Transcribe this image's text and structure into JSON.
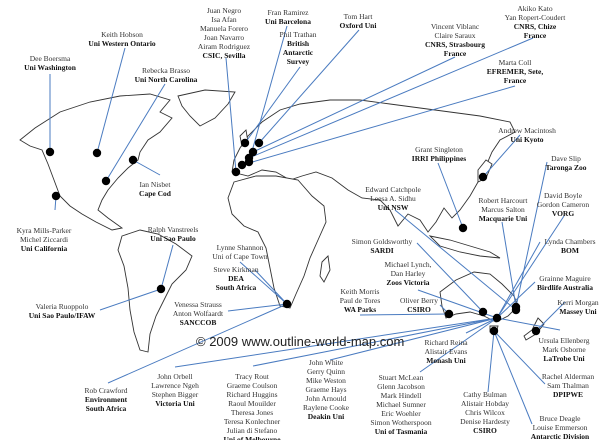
{
  "copyright": "© 2009 www.outline-world-map.com",
  "labels": [
    {
      "people": [
        "Dee Boersma"
      ],
      "org": [
        "Uni Washington"
      ]
    },
    {
      "people": [
        "Keith Hobson"
      ],
      "org": [
        "Uni Western Ontario"
      ]
    },
    {
      "people": [
        "Rebecka Brasso"
      ],
      "org": [
        "Uni North Carolina"
      ]
    },
    {
      "people": [
        "Juan Negro",
        "Isa Afan",
        "Manuela Forero",
        "Joan Navarro",
        "Airam Rodriguez"
      ],
      "org": [
        "CSIC, Sevilla"
      ]
    },
    {
      "people": [
        "Fran Ramirez"
      ],
      "org": [
        "Uni Barcelona"
      ]
    },
    {
      "people": [
        "Phil Trathan"
      ],
      "org": [
        "British",
        "Antarctic",
        "Survey"
      ]
    },
    {
      "people": [
        "Tom Hart"
      ],
      "org": [
        "Oxford Uni"
      ]
    },
    {
      "people": [
        "Vincent Viblanc",
        "Claire Saraux"
      ],
      "org": [
        "CNRS, Strasbourg",
        "France"
      ]
    },
    {
      "people": [
        "Akiko Kato",
        "Yan Ropert-Coudert"
      ],
      "org": [
        "CNRS, Chize",
        "France"
      ]
    },
    {
      "people": [
        "Marta Coll"
      ],
      "org": [
        "EFREMER, Sete,",
        "France"
      ]
    },
    {
      "people": [
        "Andrew Macintosh"
      ],
      "org": [
        "Uni Kyoto"
      ]
    },
    {
      "people": [
        "Grant Singleton"
      ],
      "org": [
        "IRRI Philippines"
      ]
    },
    {
      "people": [
        "Dave Slip"
      ],
      "org": [
        "Taronga Zoo"
      ]
    },
    {
      "people": [
        "Edward Catchpole",
        "Leesa A. Sidhu"
      ],
      "org": [
        "Uni NSW"
      ]
    },
    {
      "people": [
        "Robert Harcourt",
        "Marcus Salton"
      ],
      "org": [
        "Macquarie Uni"
      ]
    },
    {
      "people": [
        "David Boyle",
        "Gordon Cameron"
      ],
      "org": [
        "VORG"
      ]
    },
    {
      "people": [
        "Simon Goldsworthy"
      ],
      "org": [
        "SARDI"
      ]
    },
    {
      "people": [
        "Lynda Chambers"
      ],
      "org": [
        "BOM"
      ]
    },
    {
      "people": [
        "Michael Lynch,",
        "Dan Harley"
      ],
      "org": [
        "Zoos Victoria"
      ]
    },
    {
      "people": [
        "Grainne Maguire"
      ],
      "org": [
        "Birdlife Australia"
      ]
    },
    {
      "people": [
        "Keith Morris",
        "Paul de Tores"
      ],
      "org": [
        "WA Parks"
      ]
    },
    {
      "people": [
        "Oliver Berry"
      ],
      "org": [
        "CSIRO"
      ]
    },
    {
      "people": [
        "Kerri Morgan"
      ],
      "org": [
        "Massey Uni"
      ]
    },
    {
      "people": [
        "Ursula Ellenberg",
        "Mark Osborne"
      ],
      "org": [
        "LaTrobe Uni"
      ]
    },
    {
      "people": [
        "Richard Reina",
        "Alistair Evans"
      ],
      "org": [
        "Monash Uni"
      ]
    },
    {
      "people": [
        "Rachel Alderman",
        "Sam Thalman"
      ],
      "org": [
        "DPIPWE"
      ]
    },
    {
      "people": [
        "Bruce Deagle",
        "Louise Emmerson"
      ],
      "org": [
        "Antarctic Division"
      ]
    },
    {
      "people": [
        "Cathy Bulman",
        "Alistair Hobday",
        "Chris Wilcox",
        "Denise Hardesty"
      ],
      "org": [
        "CSIRO"
      ]
    },
    {
      "people": [
        "Stuart McLean",
        "Glenn Jacobson",
        "Mark Hindell",
        "Michael Sumner",
        "Eric Woehler",
        "Simon Wotherspoon"
      ],
      "org": [
        "Uni of Tasmania"
      ]
    },
    {
      "people": [
        "John White",
        "Gerry Quinn",
        "Mike Weston",
        "Graeme Hays",
        "John Arnould",
        "Raylene Cooke"
      ],
      "org": [
        "Deakin Uni"
      ]
    },
    {
      "people": [
        "Tracy Rout",
        "Graeme Coulson",
        "Richard Huggins",
        "Raoul Mouilder",
        "Theresa Jones",
        "Teresa Konlechner",
        "Julian di Stefano"
      ],
      "org": [
        "Uni of Melbourne"
      ]
    },
    {
      "people": [
        "John Orbell",
        "Lawrence Ngeh",
        "Stephen Bigger"
      ],
      "org": [
        "Victoria Uni"
      ]
    },
    {
      "people": [
        "Rob Crawford"
      ],
      "org": [
        "Environment",
        "South Africa"
      ]
    },
    {
      "people": [
        "Ralph Vanstreels"
      ],
      "org": [
        "Uni Sao Paulo"
      ]
    },
    {
      "people": [
        "Valeria Ruoppolo"
      ],
      "org": [
        "Uni Sao Paulo/IFAW"
      ]
    },
    {
      "people": [
        "Lynne Shannon",
        "Uni of Cape Town"
      ],
      "org": []
    },
    {
      "people": [
        "Steve Kirkman"
      ],
      "org": [
        "DEA",
        "South Africa"
      ]
    },
    {
      "people": [
        "Venessa Strauss",
        "Anton Wolfaardt"
      ],
      "org": [
        "SANCCOB"
      ]
    },
    {
      "people": [
        "Kyra Mills-Parker",
        "Michel Ziccardi"
      ],
      "org": [
        "Uni California"
      ]
    },
    {
      "people": [
        "Ian Nisbet"
      ],
      "org": [
        "Cape Cod"
      ]
    }
  ]
}
